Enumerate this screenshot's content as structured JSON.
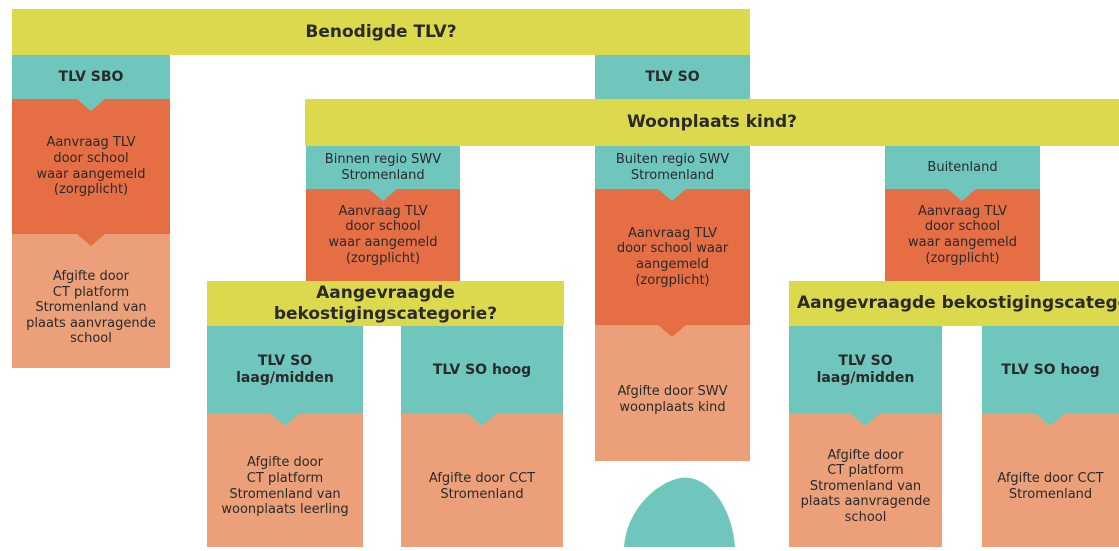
{
  "colors": {
    "question": "#dcd94c",
    "category": "#6ec6bd",
    "request": "#e56e45",
    "issue": "#eba07a"
  },
  "diagram": {
    "root_question": "Benodigde TLV?",
    "sbo": {
      "label": "TLV SBO",
      "request": "Aanvraag TLV\ndoor school\nwaar aangemeld\n(zorgplicht)",
      "issue": "Afgifte door\nCT platform\nStromenland van\nplaats aanvragende\nschool"
    },
    "so": {
      "label": "TLV SO",
      "residence_question": "Woonplaats kind?",
      "inside": {
        "label": "Binnen regio SWV\nStromenland",
        "request": "Aanvraag TLV\ndoor school\nwaar aangemeld\n(zorgplicht)",
        "funding_question": "Aangevraagde bekostigingscategorie?",
        "low_mid": {
          "label": "TLV SO\nlaag/midden",
          "issue": "Afgifte door\nCT platform\nStromenland van\nwoonplaats leerling"
        },
        "high": {
          "label": "TLV SO hoog",
          "issue": "Afgifte door CCT\nStromenland"
        }
      },
      "outside": {
        "label": "Buiten regio SWV\nStromenland",
        "request": "Aanvraag TLV\ndoor school waar\naangemeld\n(zorgplicht)",
        "issue": "Afgifte door SWV\nwoonplaats kind"
      },
      "abroad": {
        "label": "Buitenland",
        "request": "Aanvraag TLV\ndoor school\nwaar aangemeld\n(zorgplicht)",
        "funding_question": "Aangevraagde bekostigingscategorie",
        "low_mid": {
          "label": "TLV SO\nlaag/midden",
          "issue": "Afgifte door\nCT platform\nStromenland van\nplaats aanvragende\nschool"
        },
        "high": {
          "label": "TLV SO hoog",
          "issue": "Afgifte door CCT\nStromenland"
        }
      }
    }
  }
}
